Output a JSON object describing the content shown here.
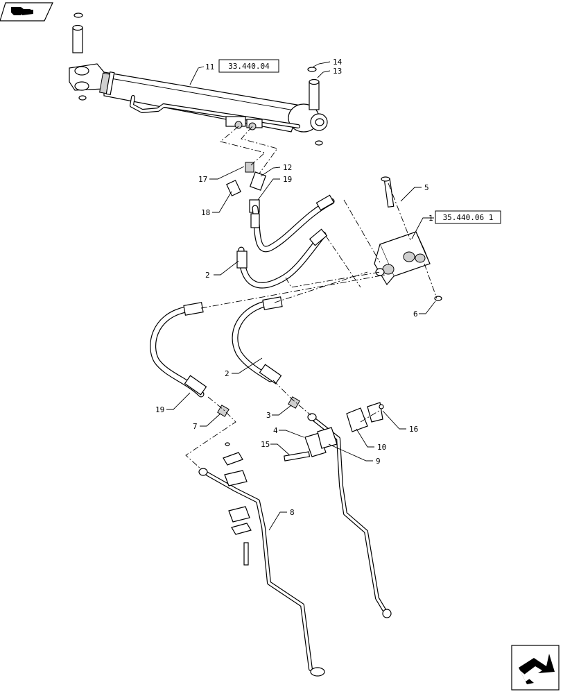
{
  "nav": {
    "back_icon": "hand-pointing-back-icon",
    "forward_icon": "arrow-forward-icon"
  },
  "references": {
    "cylinder_ref": "33.440.04",
    "valve_ref": "35.440.06 1"
  },
  "callouts": {
    "c1": "1",
    "c2a": "2",
    "c2b": "2",
    "c3": "3",
    "c4": "4",
    "c5": "5",
    "c6": "6",
    "c7": "7",
    "c8": "8",
    "c9": "9",
    "c10": "10",
    "c11": "11",
    "c12": "12",
    "c13": "13",
    "c14": "14",
    "c15": "15",
    "c16": "16",
    "c17": "17",
    "c18": "18",
    "c19a": "19",
    "c19b": "19"
  }
}
